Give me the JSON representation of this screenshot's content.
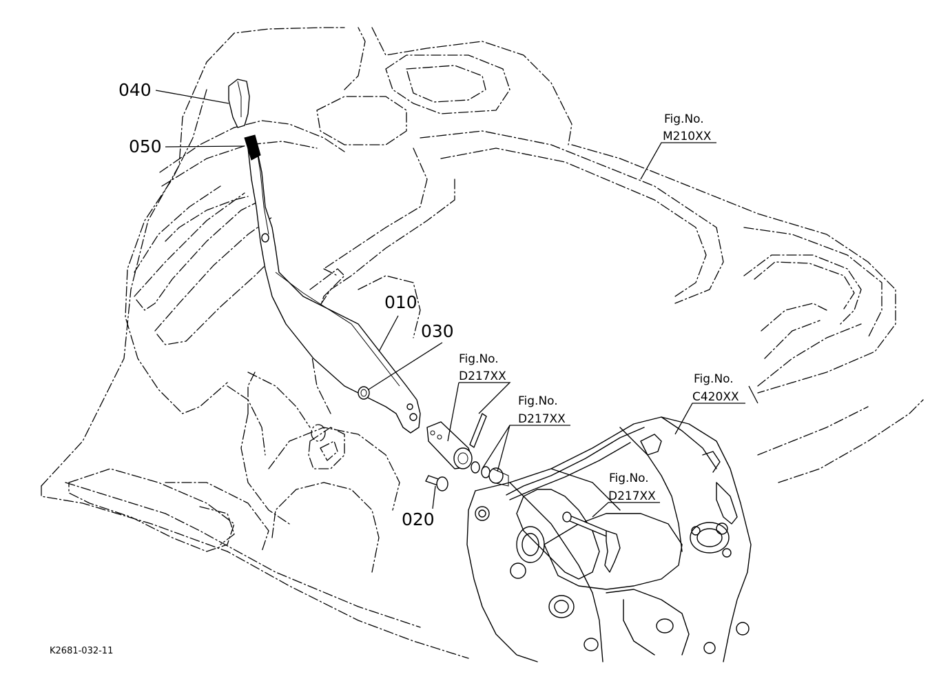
{
  "diagram_code": "K2681-032-11",
  "parts": [
    {
      "id": "p040",
      "number": "040"
    },
    {
      "id": "p050",
      "number": "050"
    },
    {
      "id": "p010",
      "number": "010"
    },
    {
      "id": "p030",
      "number": "030"
    },
    {
      "id": "p020",
      "number": "020"
    }
  ],
  "figure_refs": [
    {
      "id": "f1",
      "label": "Fig.No.",
      "code": "M210XX"
    },
    {
      "id": "f2",
      "label": "Fig.No.",
      "code": "D217XX"
    },
    {
      "id": "f3",
      "label": "Fig.No.",
      "code": "D217XX"
    },
    {
      "id": "f4",
      "label": "Fig.No.",
      "code": "C420XX"
    },
    {
      "id": "f5",
      "label": "Fig.No.",
      "code": "D217XX"
    }
  ]
}
